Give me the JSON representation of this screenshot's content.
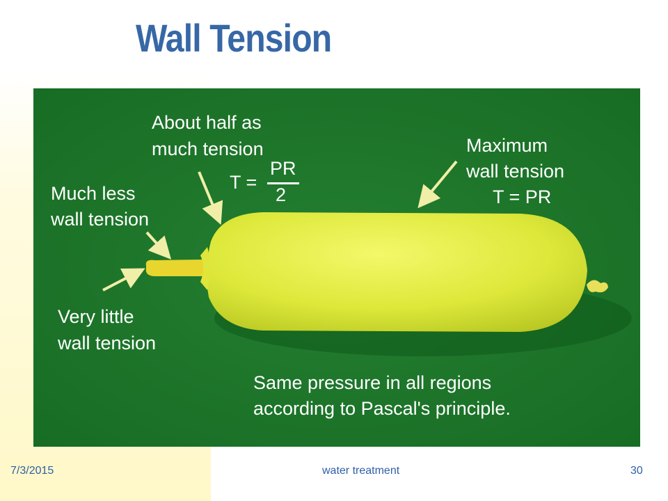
{
  "slide": {
    "title": "Wall Tension"
  },
  "figure": {
    "label_half": [
      "About half as",
      "much tension"
    ],
    "formula_half": {
      "lhs": "T =",
      "numerator": "PR",
      "denominator": "2"
    },
    "label_max": [
      "Maximum",
      "wall tension"
    ],
    "formula_max": "T = PR",
    "label_much_less": [
      "Much less",
      "wall tension"
    ],
    "label_very_little": [
      "Very little",
      "wall tension"
    ],
    "label_pascal": [
      "Same pressure in all regions",
      "according to Pascal's principle."
    ]
  },
  "footer": {
    "date": "7/3/2015",
    "center": "water treatment",
    "page": "30"
  },
  "colors": {
    "title": "#3767a6",
    "photo_bg": "#1d7a2b",
    "balloon": "#e4ef3a",
    "footer_text": "#2f5fa6"
  }
}
